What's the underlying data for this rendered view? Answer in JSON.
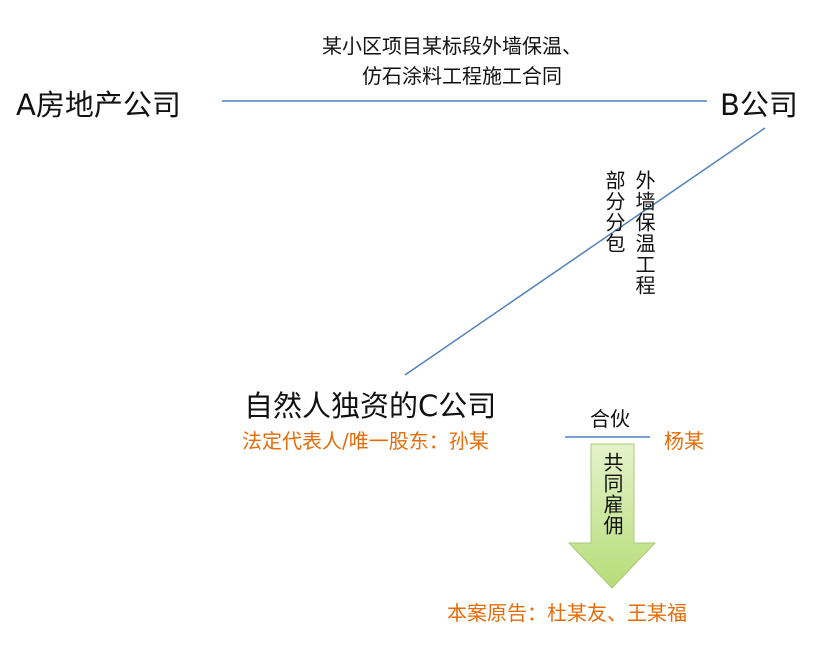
{
  "nodes": {
    "a_company": "A房地产公司",
    "b_company": "B公司",
    "c_company": "自然人独资的C公司",
    "c_legal_rep": "法定代表人/唯一股东：孙某",
    "yang": "杨某",
    "plaintiffs": "本案原告：杜某友、王某福"
  },
  "edges": {
    "ab_contract_line1": "某小区项目某标段外墙保温、",
    "ab_contract_line2": "仿石涂料工程施工合同",
    "bc_col1": "外墙保温工程",
    "bc_col2": "部分分包",
    "partnership": "合伙",
    "joint_hire": "共同雇佣"
  },
  "colors": {
    "line": "#4F81BD",
    "orange": "#E46C0A",
    "arrow_fill": "#C3E38F",
    "arrow_stroke": "#9BBB59"
  }
}
